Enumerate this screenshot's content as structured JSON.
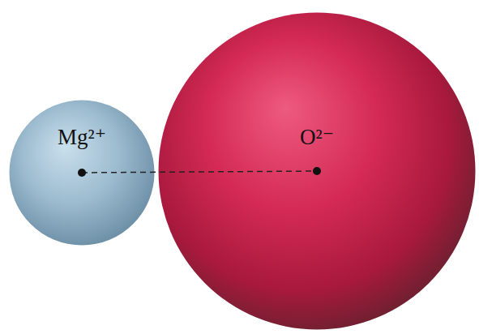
{
  "diagram": {
    "nodes": [
      {
        "text": [
          "Mg²⁺"
        ]
      },
      {
        "text": [
          "O²⁻"
        ]
      }
    ],
    "edges": [
      {
        "from": 0,
        "to": 1,
        "arrow": "none"
      }
    ]
  }
}
